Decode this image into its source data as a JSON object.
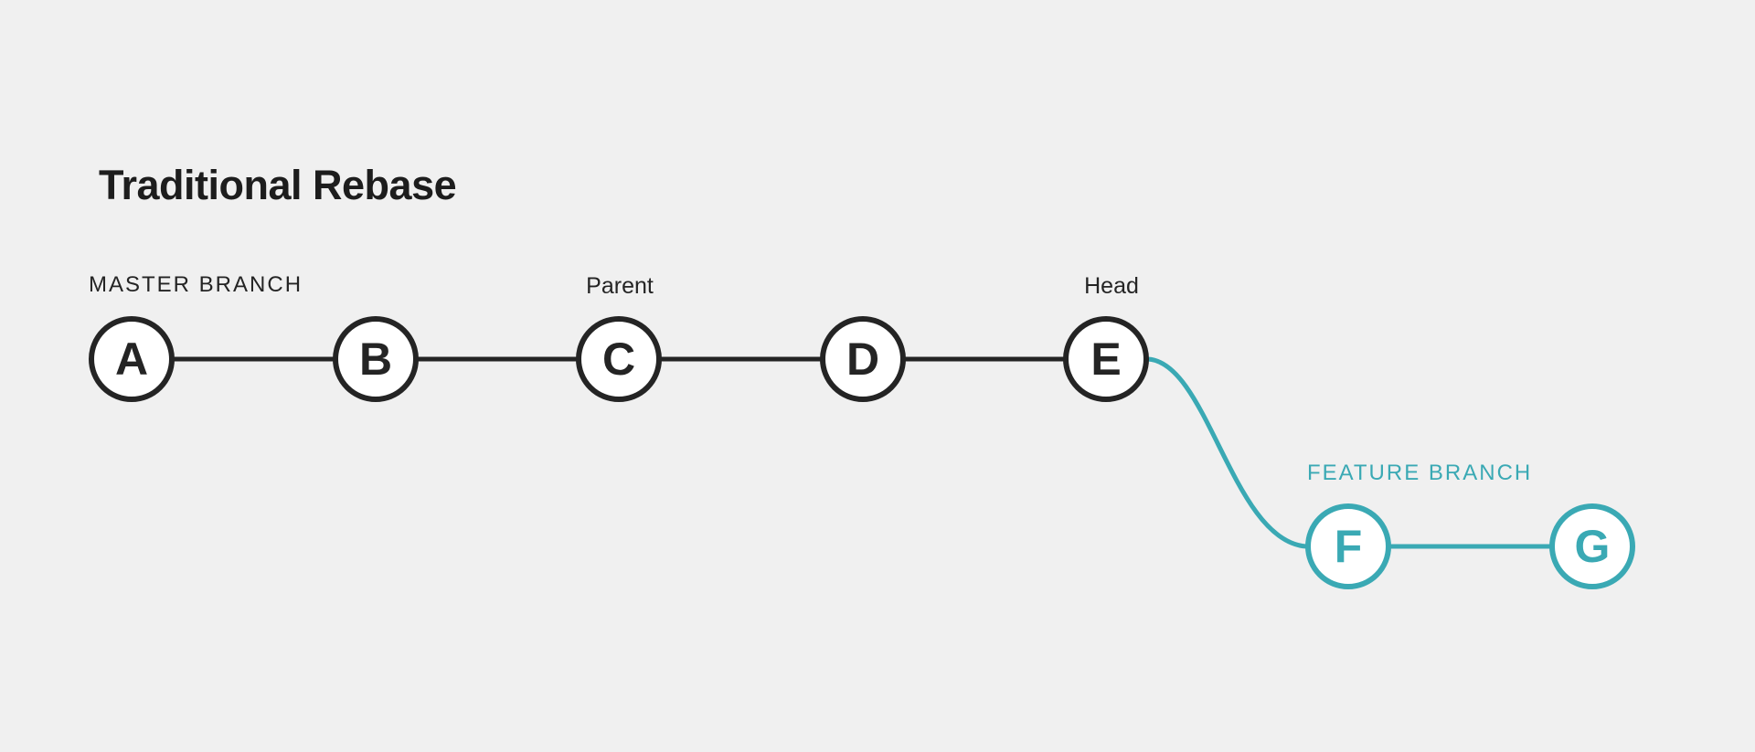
{
  "title": "Traditional Rebase",
  "colors": {
    "background": "#f0f0f0",
    "master_branch": "#242424",
    "feature_branch": "#3aa9b4",
    "node_fill": "#ffffff"
  },
  "diagram": {
    "type": "git-commit-graph",
    "branches": [
      {
        "name": "master",
        "label": "MASTER BRANCH",
        "color": "#242424",
        "commits": [
          "A",
          "B",
          "C",
          "D",
          "E"
        ]
      },
      {
        "name": "feature",
        "label": "FEATURE BRANCH",
        "color": "#3aa9b4",
        "commits": [
          "F",
          "G"
        ],
        "branched_from": "E"
      }
    ],
    "annotations": [
      {
        "text": "Parent",
        "target": "C"
      },
      {
        "text": "Head",
        "target": "E"
      }
    ]
  }
}
